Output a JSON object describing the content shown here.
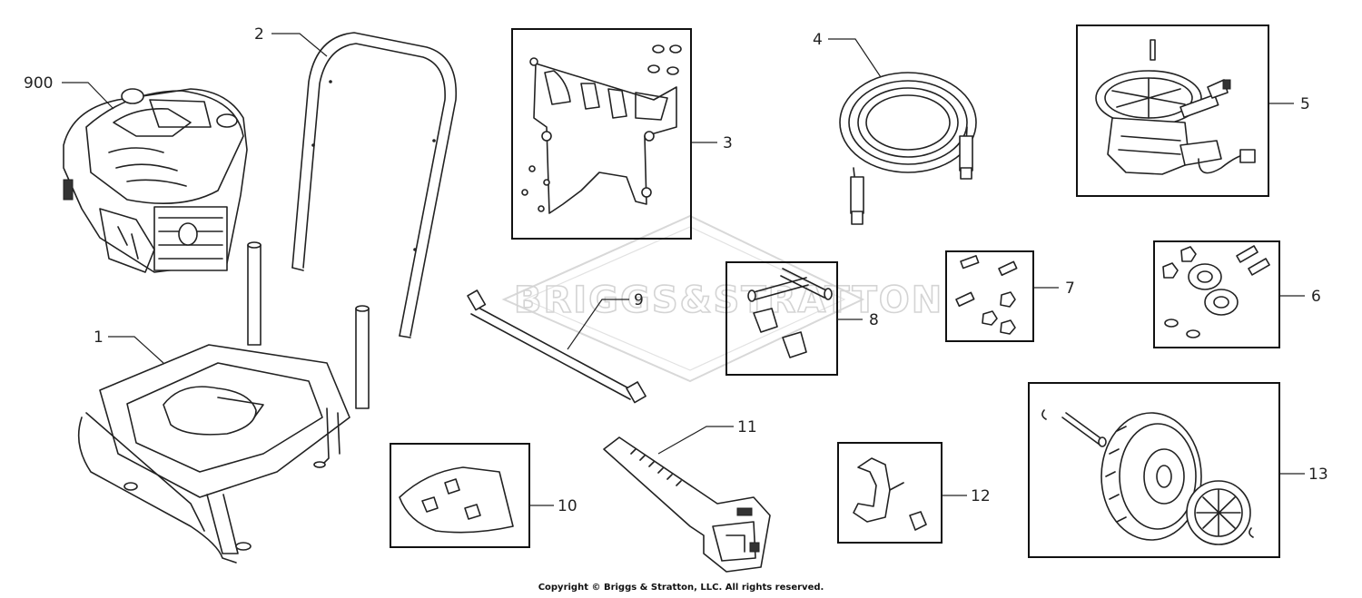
{
  "watermark": {
    "text": "BRIGGS&STRATTON"
  },
  "callouts": {
    "c900": "900",
    "c1": "1",
    "c2": "2",
    "c3": "3",
    "c4": "4",
    "c5": "5",
    "c6": "6",
    "c7": "7",
    "c8": "8",
    "c9": "9",
    "c10": "10",
    "c11": "11",
    "c12": "12",
    "c13": "13"
  },
  "footer": {
    "copyright": "Copyright © Briggs & Stratton, LLC. All rights reserved."
  }
}
